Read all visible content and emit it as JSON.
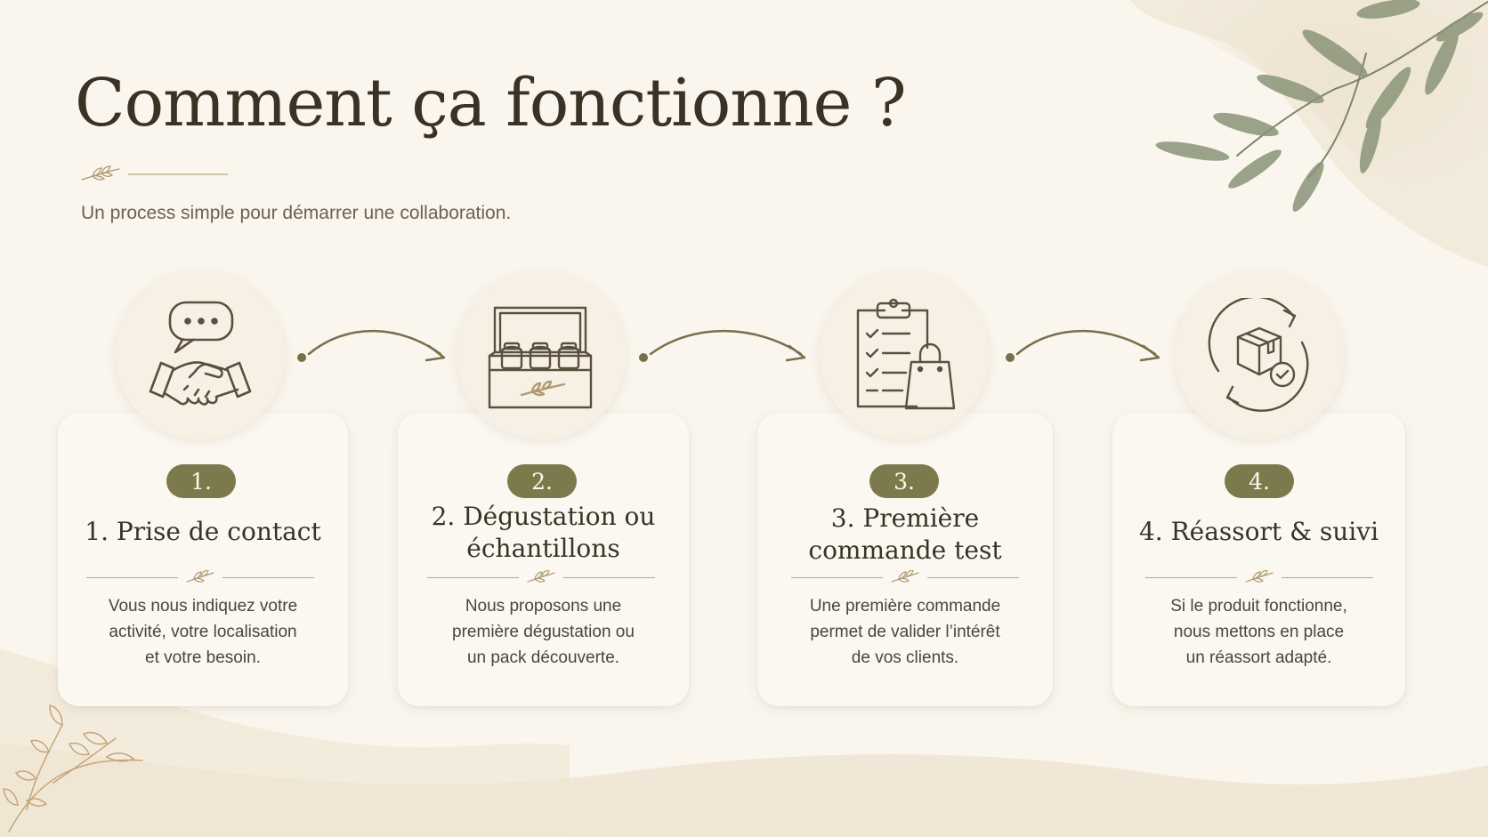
{
  "title": "Comment ça fonctionne ?",
  "subtitle": "Un process simple pour démarrer une collaboration.",
  "colors": {
    "background": "#faf6ee",
    "card": "#fbf8f2",
    "badge": "#7c7a4d",
    "icon_stroke": "#5b4f3e",
    "arrow": "#76704a",
    "leaf": "#8a9478"
  },
  "steps": [
    {
      "badge": "1.",
      "title": "1. Prise de contact",
      "text": "Vous nous indiquez votre\nactivité, votre localisation\net votre besoin.",
      "icon": "handshake-icon"
    },
    {
      "badge": "2.",
      "title": "2. Dégustation ou\néchantillons",
      "text": "Nous proposons une\npremière dégustation ou\nun pack découverte.",
      "icon": "sample-box-icon"
    },
    {
      "badge": "3.",
      "title": "3. Première\ncommande test",
      "text": "Une première commande\npermet de valider l’intérêt\nde vos clients.",
      "icon": "checklist-bag-icon"
    },
    {
      "badge": "4.",
      "title": "4. Réassort & suivi",
      "text": "Si le produit fonctionne,\nnous mettons en place\nun réassort adapté.",
      "icon": "restock-cycle-icon"
    }
  ]
}
